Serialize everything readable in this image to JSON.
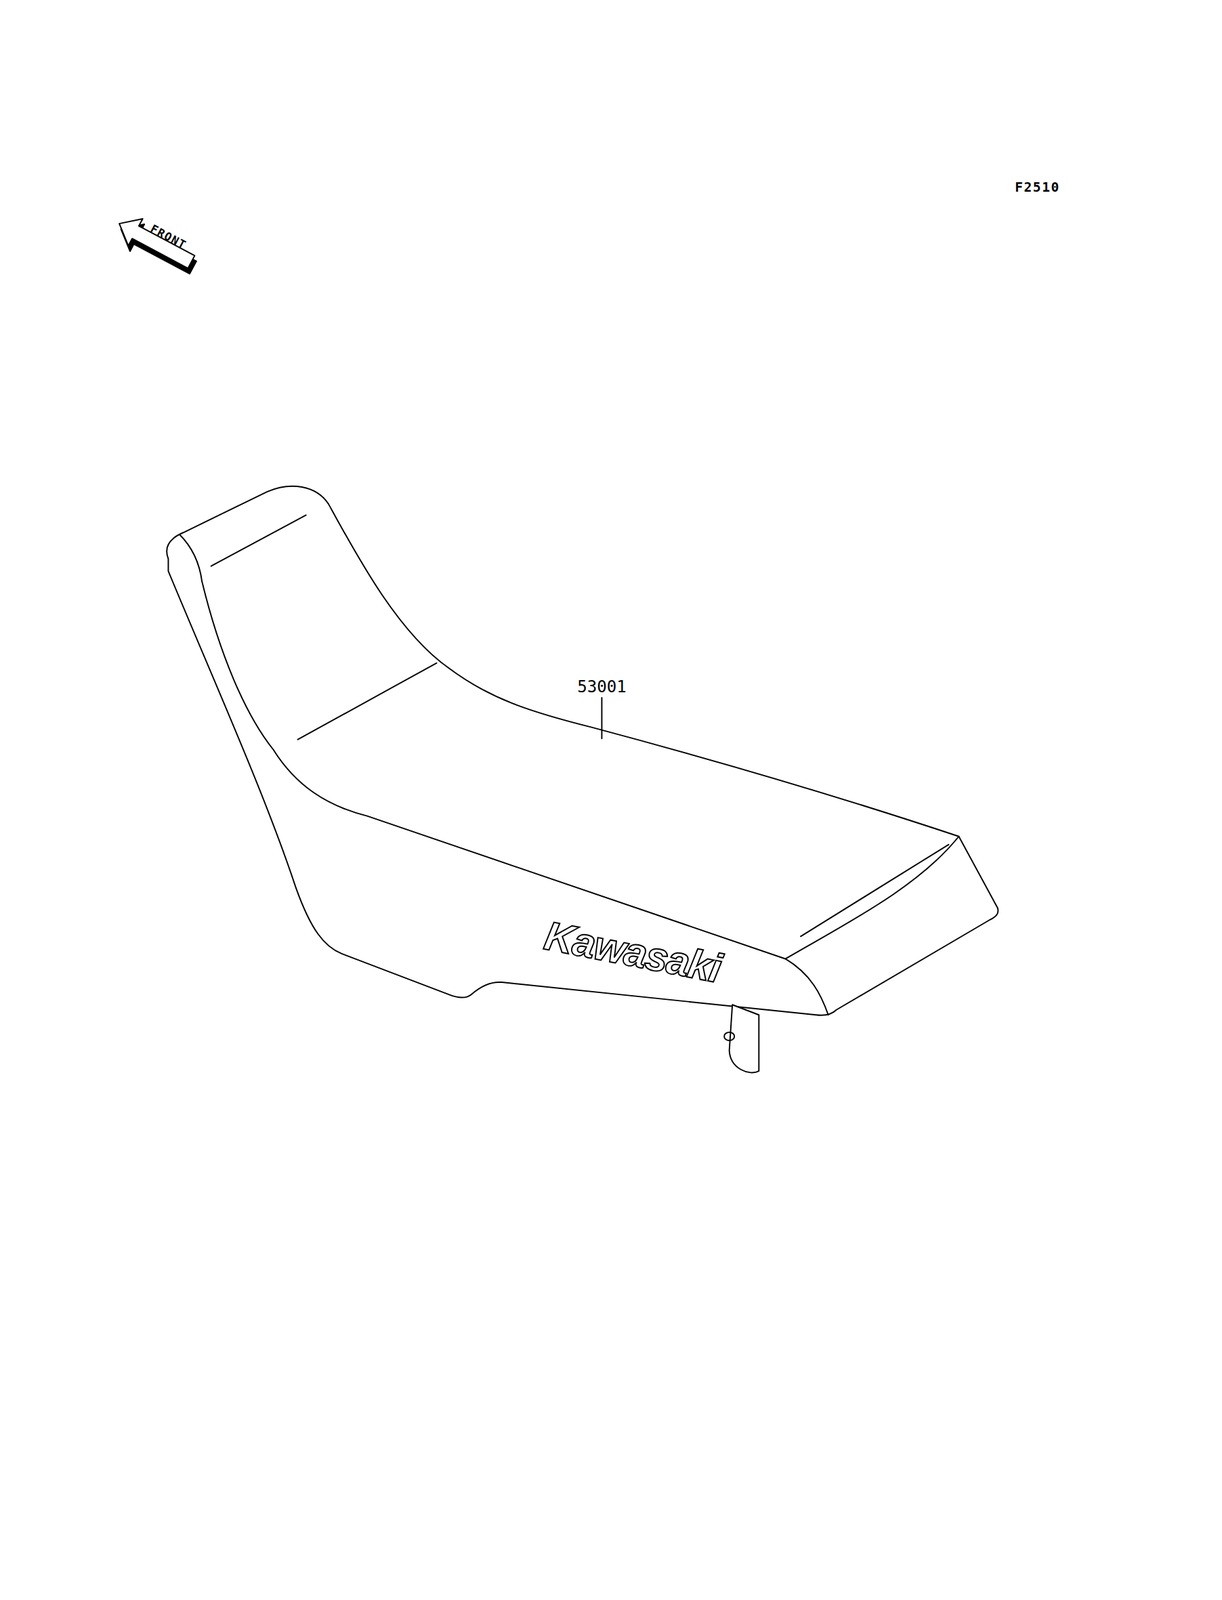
{
  "diagram": {
    "labels": [
      "F2510",
      "FRONT",
      "53001",
      "Kawasaki"
    ]
  }
}
